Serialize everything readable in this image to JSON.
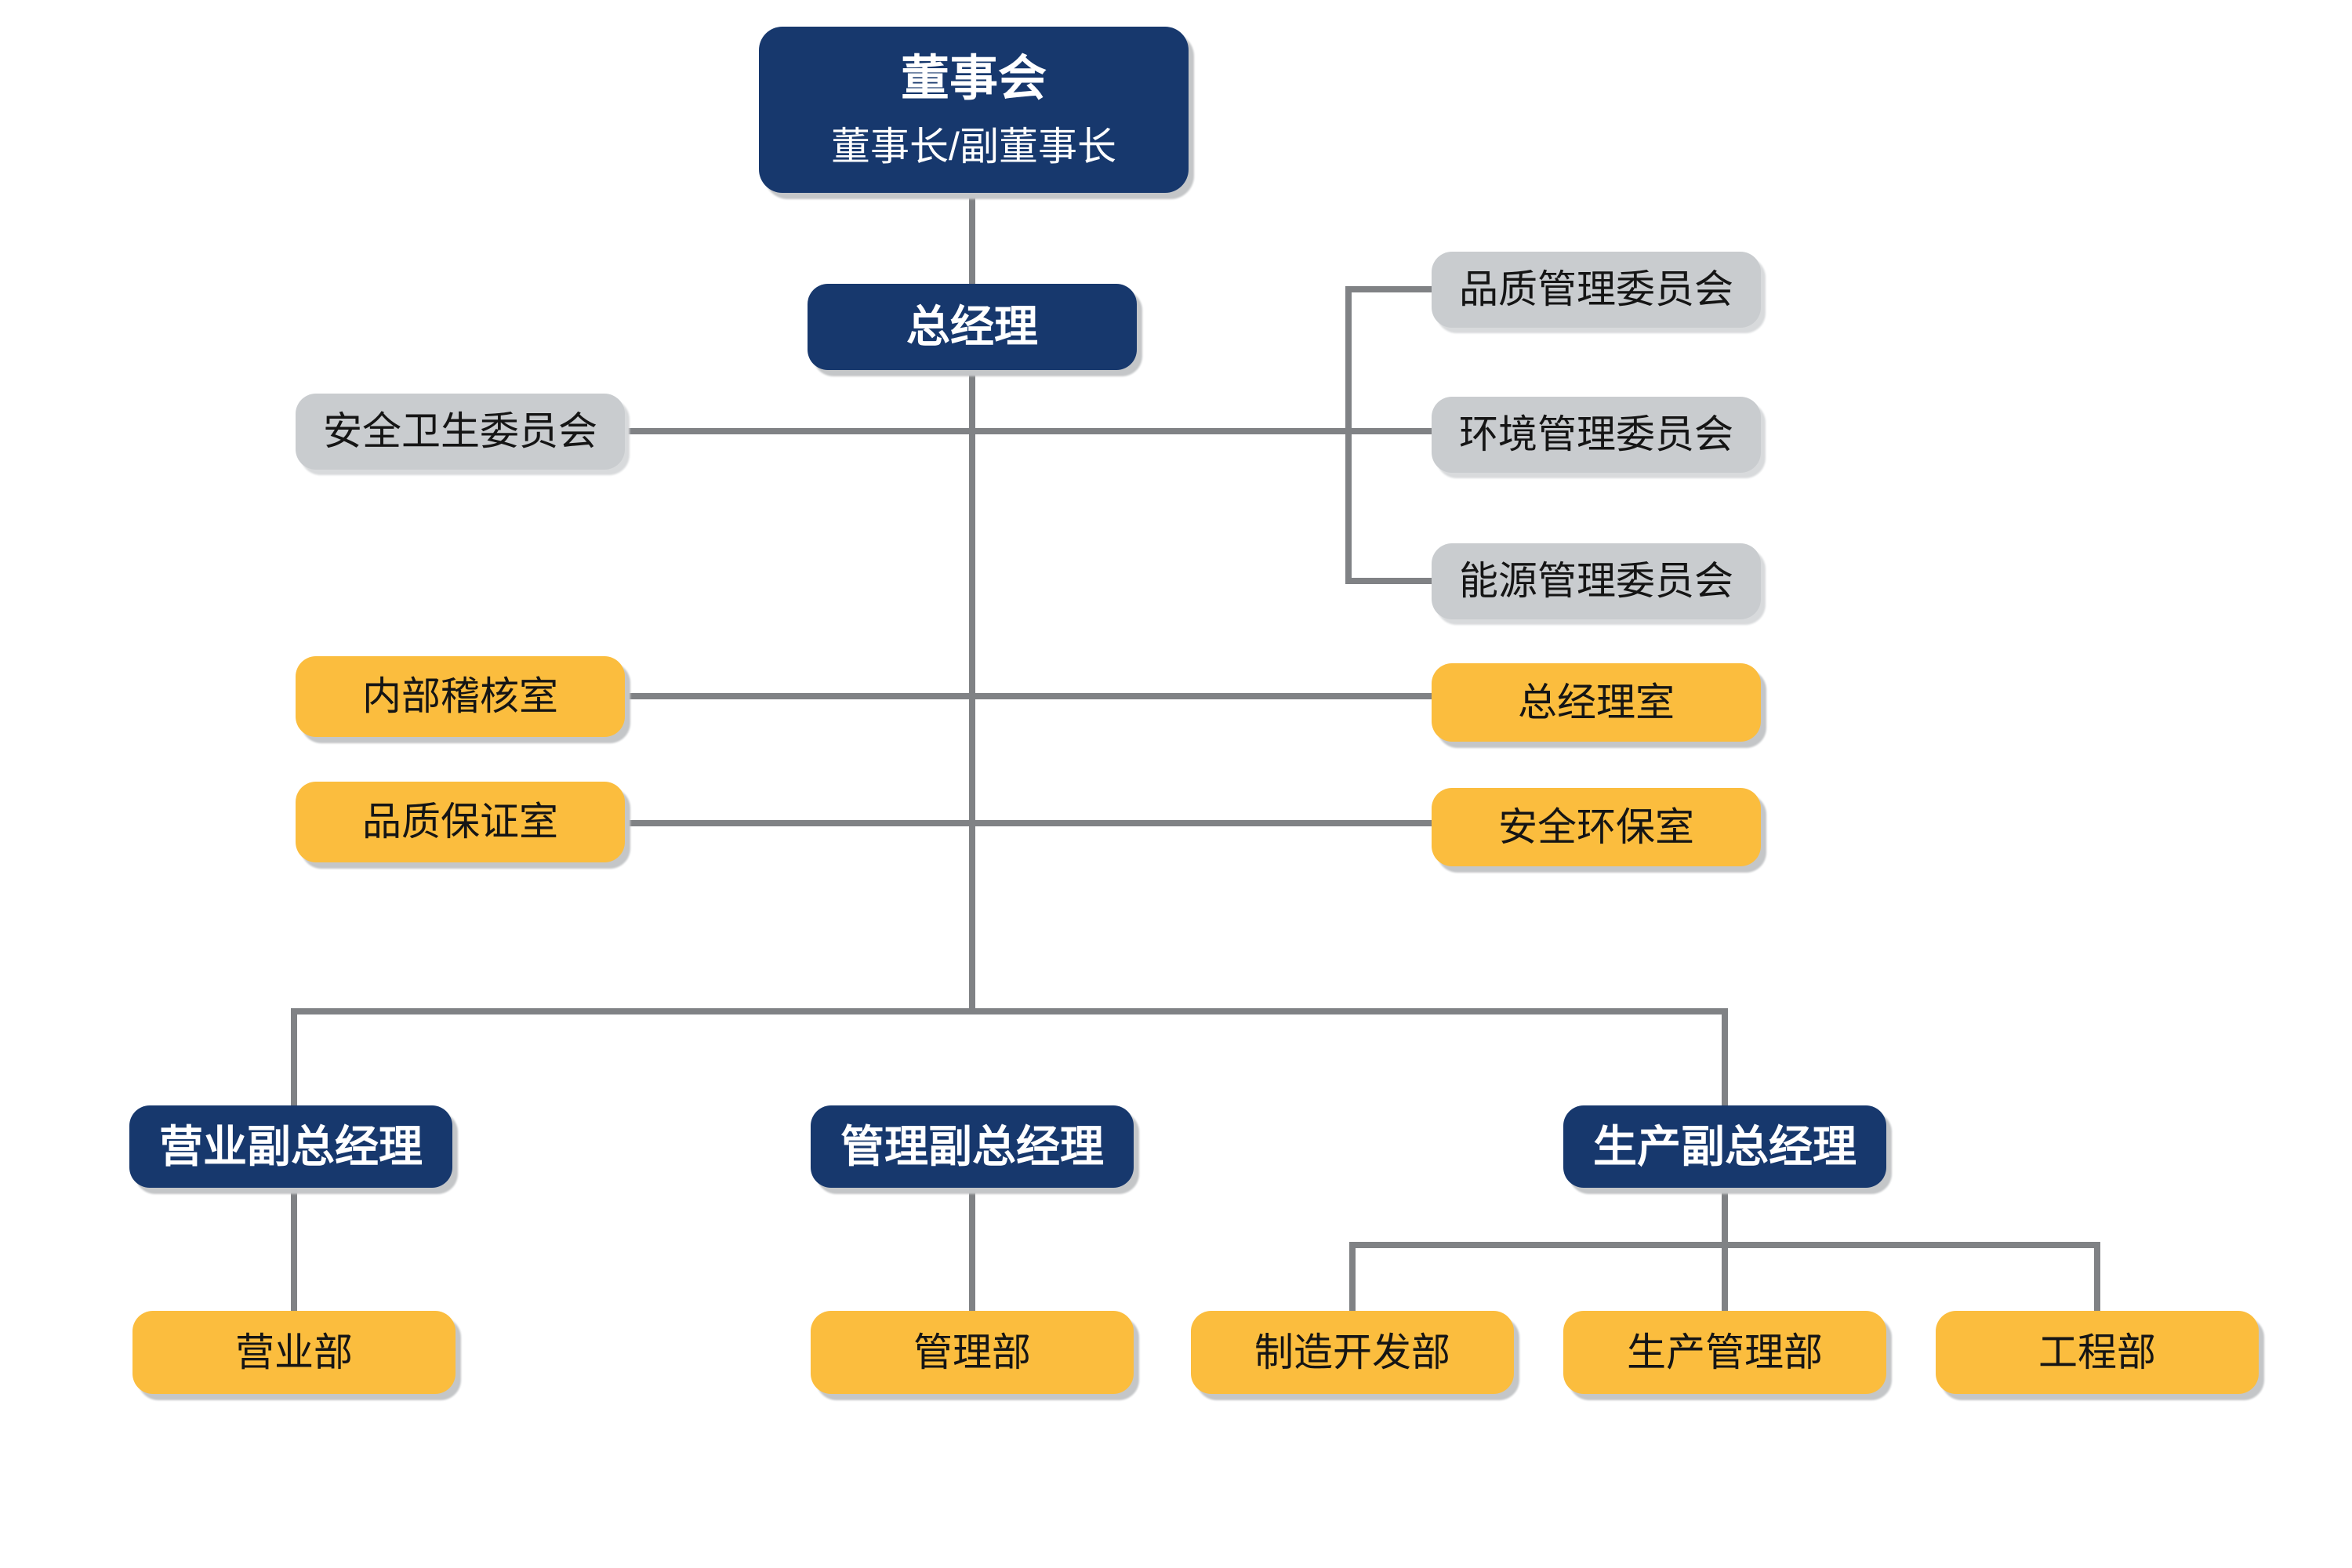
{
  "palette": {
    "navy": "#17386d",
    "yellow": "#fbbd3e",
    "gray": "#c9cccf",
    "line": "#808285",
    "text_dark": "#151515",
    "text_light": "#ffffff"
  },
  "nodes": {
    "board": {
      "title": "董事会",
      "subtitle": "董事长/副董事长",
      "level": 1,
      "style": "navy"
    },
    "general_manager": {
      "title": "总经理",
      "level": 2,
      "style": "navy"
    },
    "safety_health_committee": {
      "title": "安全卫生委员会",
      "level": 3,
      "style": "gray"
    },
    "quality_committee": {
      "title": "品质管理委员会",
      "level": 3,
      "style": "gray"
    },
    "environment_committee": {
      "title": "环境管理委员会",
      "level": 3,
      "style": "gray"
    },
    "energy_committee": {
      "title": "能源管理委员会",
      "level": 3,
      "style": "gray"
    },
    "internal_audit_office": {
      "title": "内部稽核室",
      "level": 3,
      "style": "yellow"
    },
    "quality_assurance_office": {
      "title": "品质保证室",
      "level": 3,
      "style": "yellow"
    },
    "gm_office": {
      "title": "总经理室",
      "level": 3,
      "style": "yellow"
    },
    "safety_env_office": {
      "title": "安全环保室",
      "level": 3,
      "style": "yellow"
    },
    "sales_vgm": {
      "title": "营业副总经理",
      "level": 4,
      "style": "navy"
    },
    "admin_vgm": {
      "title": "管理副总经理",
      "level": 4,
      "style": "navy"
    },
    "production_vgm": {
      "title": "生产副总经理",
      "level": 4,
      "style": "navy"
    },
    "sales_dept": {
      "title": "营业部",
      "level": 5,
      "style": "yellow"
    },
    "admin_dept": {
      "title": "管理部",
      "level": 5,
      "style": "yellow"
    },
    "mfg_dev_dept": {
      "title": "制造开发部",
      "level": 5,
      "style": "yellow"
    },
    "prod_mgmt_dept": {
      "title": "生产管理部",
      "level": 5,
      "style": "yellow"
    },
    "engineering_dept": {
      "title": "工程部",
      "level": 5,
      "style": "yellow"
    }
  },
  "edges": [
    [
      "board",
      "general_manager"
    ],
    [
      "general_manager",
      "safety_health_committee"
    ],
    [
      "general_manager",
      "quality_committee"
    ],
    [
      "general_manager",
      "environment_committee"
    ],
    [
      "general_manager",
      "energy_committee"
    ],
    [
      "general_manager",
      "internal_audit_office"
    ],
    [
      "general_manager",
      "gm_office"
    ],
    [
      "general_manager",
      "quality_assurance_office"
    ],
    [
      "general_manager",
      "safety_env_office"
    ],
    [
      "general_manager",
      "sales_vgm"
    ],
    [
      "general_manager",
      "admin_vgm"
    ],
    [
      "general_manager",
      "production_vgm"
    ],
    [
      "sales_vgm",
      "sales_dept"
    ],
    [
      "admin_vgm",
      "admin_dept"
    ],
    [
      "production_vgm",
      "mfg_dev_dept"
    ],
    [
      "production_vgm",
      "prod_mgmt_dept"
    ],
    [
      "production_vgm",
      "engineering_dept"
    ]
  ]
}
